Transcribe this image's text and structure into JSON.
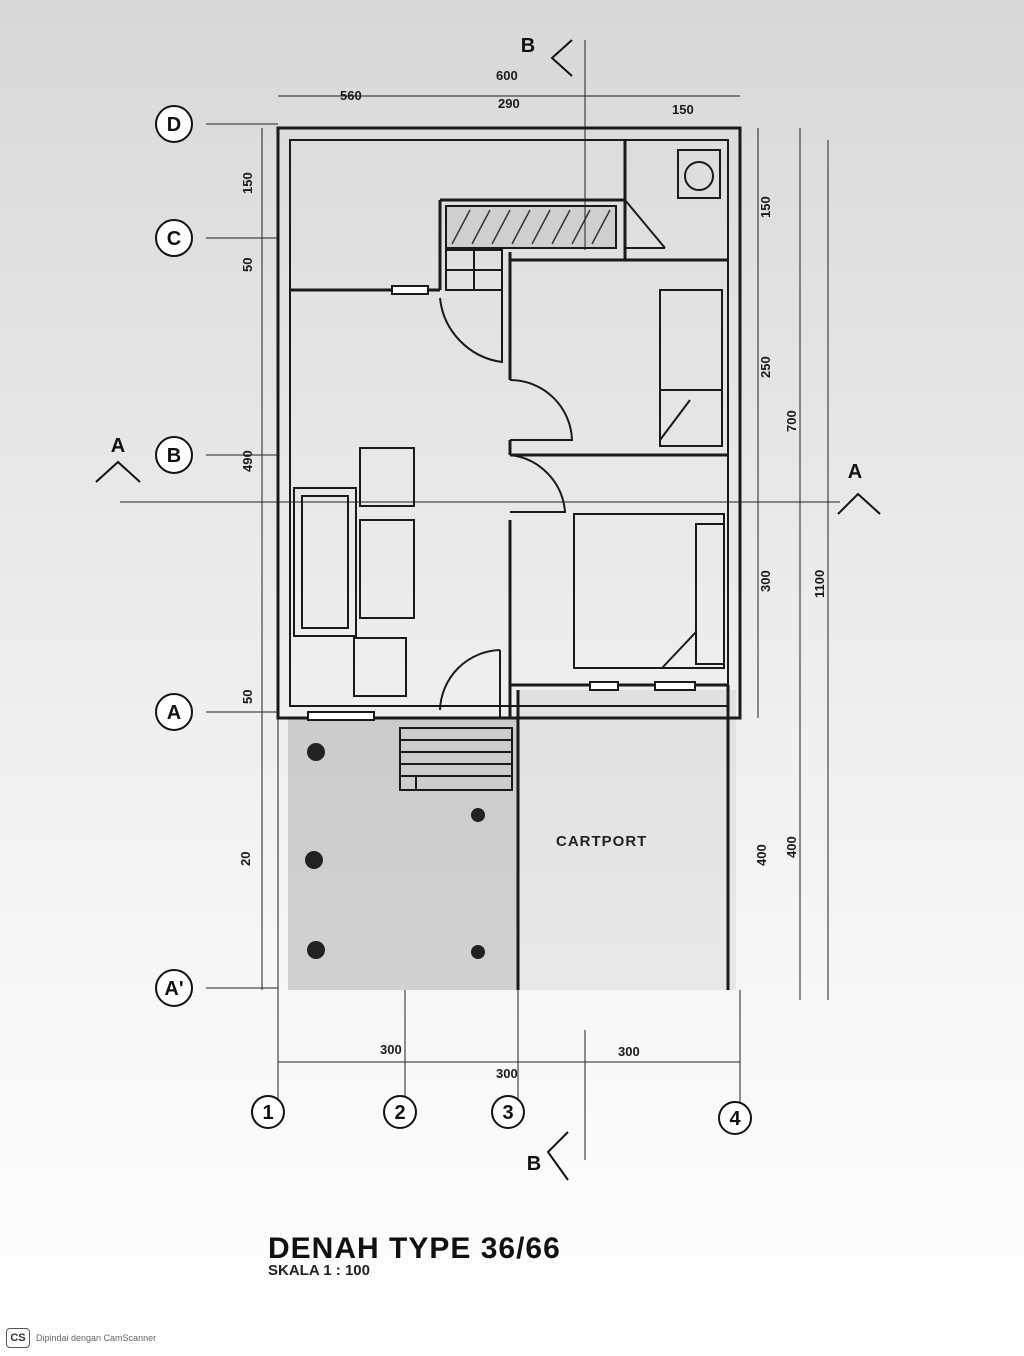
{
  "drawing": {
    "dims_top": {
      "left": "560",
      "middle_outer": "600",
      "middle_inner": "290",
      "right": "150"
    },
    "dims_left": {
      "d1": "150",
      "d2": "50",
      "d3": "490",
      "d4": "50",
      "d5": "20"
    },
    "dims_right": {
      "inner_top": "150",
      "inner_mid": "250",
      "inner_low": "300",
      "outer_700": "700",
      "outer_1100": "1100",
      "carport_inner": "400",
      "carport_outer": "400"
    },
    "dims_bottom": {
      "b1": "300",
      "b2": "300",
      "b3": "300"
    },
    "grid_rows": [
      "D",
      "C",
      "B",
      "A",
      "A'"
    ],
    "grid_cols": [
      "1",
      "2",
      "3",
      "4"
    ],
    "section_marks": {
      "a": "A",
      "b": "B"
    },
    "rooms": {
      "carport": "CARTPORT"
    }
  },
  "title": {
    "main": "DENAH TYPE 36/66",
    "scale": "SKALA 1 : 100"
  },
  "watermark": {
    "logo": "CS",
    "text": "Dipindai dengan CamScanner"
  }
}
